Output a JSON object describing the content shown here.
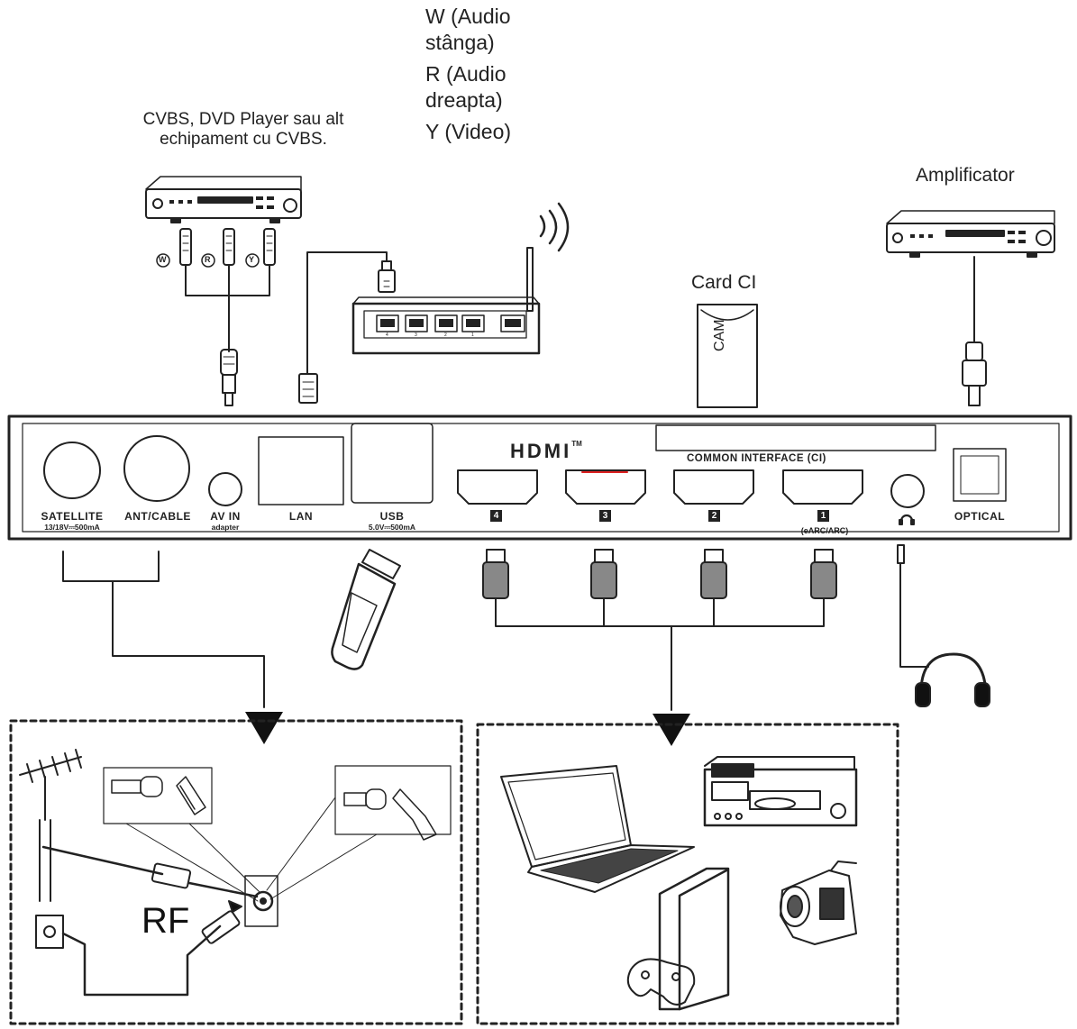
{
  "labels": {
    "cvbs_device": "CVBS, DVD Player sau alt echipament cu CVBS.",
    "audio_left": "W (Audio\nstânga)",
    "audio_right": "R (Audio\ndreapta)",
    "video": "Y (Video)",
    "amplifier": "Amplificator",
    "card_ci": "Card CI",
    "cam": "CAM",
    "rf": "RF",
    "hdmi_logo": "HDMI",
    "tm": "TM",
    "common_interface": "COMMON INTERFACE (CI)"
  },
  "plug_letters": [
    "W",
    "R",
    "Y"
  ],
  "ports": {
    "satellite": {
      "label": "SATELLITE",
      "sub": "13/18V⎓500mA"
    },
    "ant_cable": {
      "label": "ANT/CABLE"
    },
    "av_in": {
      "label": "AV IN",
      "sub": "adapter"
    },
    "lan": {
      "label": "LAN"
    },
    "usb": {
      "label": "USB",
      "sub": "5.0V⎓500mA"
    },
    "hdmi4": {
      "num": "4"
    },
    "hdmi3": {
      "num": "3"
    },
    "hdmi2": {
      "num": "2"
    },
    "hdmi1": {
      "num": "1",
      "sub": "(eARC/ARC)"
    },
    "optical": {
      "label": "OPTICAL"
    }
  },
  "icons": [
    "dvd-player-icon",
    "router-icon",
    "amplifier-icon",
    "cam-card-icon",
    "usb-stick-icon",
    "headphones-icon",
    "antenna-icon",
    "wall-socket-icon",
    "laptop-icon",
    "blu-ray-player-icon",
    "game-console-icon",
    "gamepad-icon",
    "camcorder-icon"
  ]
}
